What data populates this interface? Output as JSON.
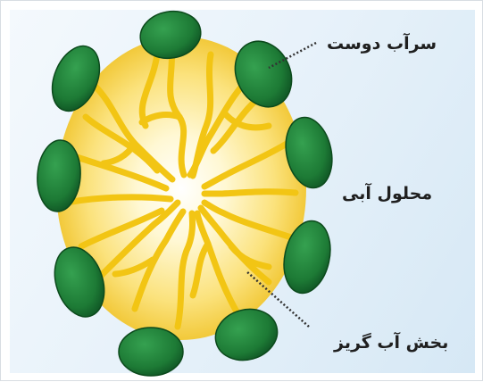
{
  "labels": {
    "hydrophilic_head": "سرآب دوست",
    "aqueous_solution": "محلول آبی",
    "hydrophobic_part": "بخش آب گریز"
  },
  "colors": {
    "head_fill": "#1d7a35",
    "head_edge": "#0c4a1c",
    "core_light": "#fffce0",
    "core_mid": "#fbe58a",
    "core_edge": "#f3cc3a",
    "tail": "#f2c514",
    "background": "#e3eff8"
  }
}
